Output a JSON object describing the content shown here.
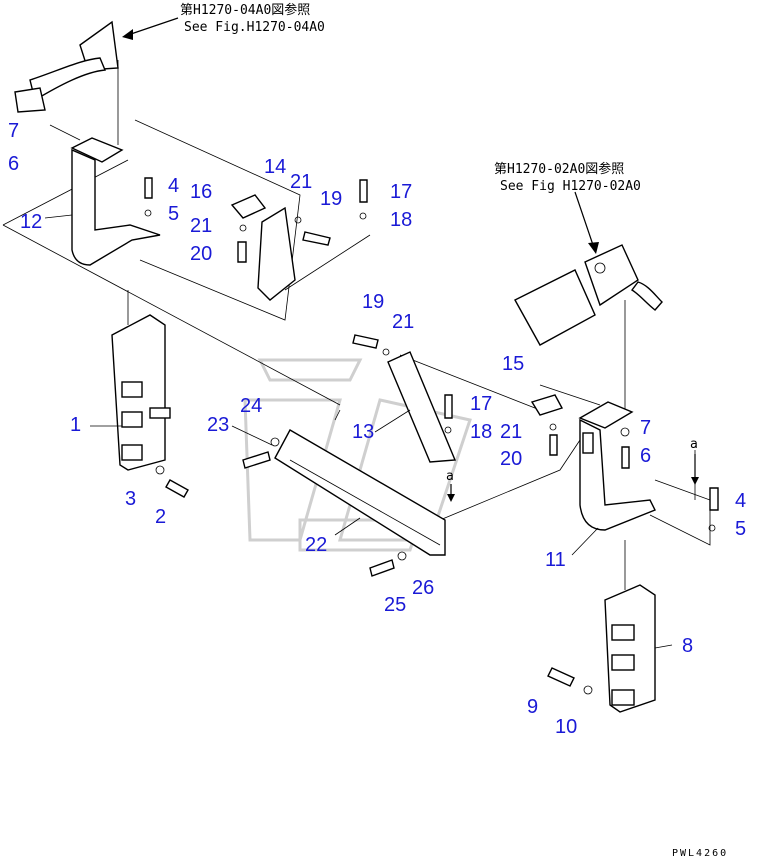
{
  "references": [
    {
      "line1": "第H1270-04A0図参照",
      "line2": "See Fig.H1270-04A0"
    },
    {
      "line1": "第H1270-02A0図参照",
      "line2": "See Fig H1270-02A0"
    }
  ],
  "callouts": {
    "c1": "1",
    "c2": "2",
    "c3": "3",
    "c4a": "4",
    "c4b": "4",
    "c5a": "5",
    "c5b": "5",
    "c6a": "6",
    "c6b": "6",
    "c7a": "7",
    "c7b": "7",
    "c8": "8",
    "c9": "9",
    "c10": "10",
    "c11": "11",
    "c12": "12",
    "c13": "13",
    "c14": "14",
    "c15": "15",
    "c16": "16",
    "c17a": "17",
    "c17b": "17",
    "c18a": "18",
    "c18b": "18",
    "c19a": "19",
    "c19b": "19",
    "c20a": "20",
    "c20b": "20",
    "c21a": "21",
    "c21b": "21",
    "c21c": "21",
    "c21d": "21",
    "c22": "22",
    "c23": "23",
    "c24": "24",
    "c25": "25",
    "c26": "26"
  },
  "arrow_marks": {
    "a1": "a",
    "a2": "a"
  },
  "drawing_code": "PWL4260",
  "colors": {
    "callout": "#1a1ad6",
    "line": "#000000"
  }
}
